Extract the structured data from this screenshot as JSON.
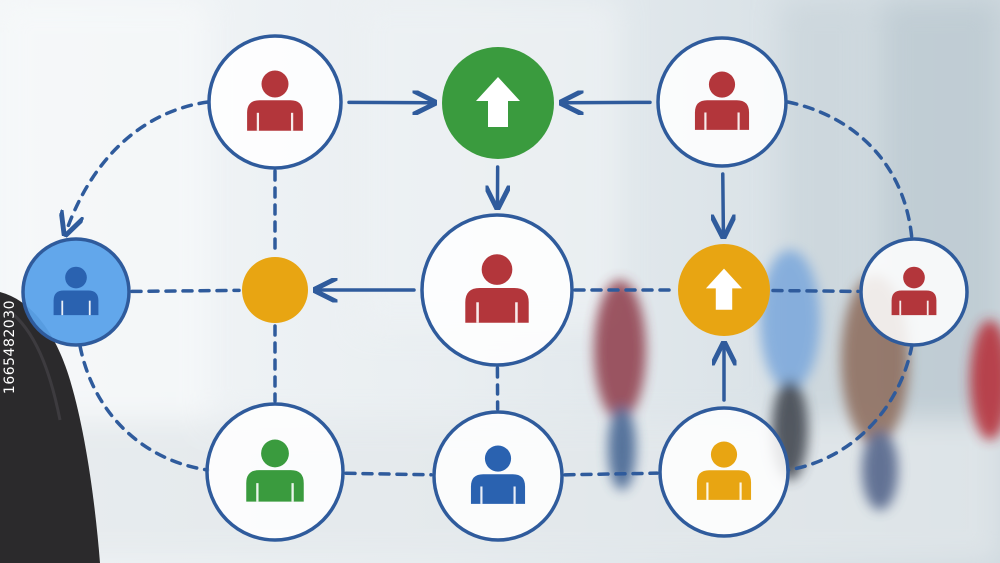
{
  "stock_id": "1665482030",
  "diagram": {
    "colors": {
      "outline": "#2f5b9c",
      "red": "#b3363b",
      "green": "#3a9b3e",
      "blue": "#2a62b0",
      "yellow": "#e8a512",
      "light_blue_fill": "#5aa2ea",
      "white_fill": "#ffffff"
    },
    "nodes": [
      {
        "id": "person-top-left",
        "kind": "person",
        "color": "red"
      },
      {
        "id": "arrow-top-center",
        "kind": "up-arrow",
        "fill": "green"
      },
      {
        "id": "person-top-right",
        "kind": "person",
        "color": "red"
      },
      {
        "id": "person-far-left",
        "kind": "person",
        "color": "blue",
        "fill": "light_blue_fill"
      },
      {
        "id": "hub-yellow",
        "kind": "dot",
        "fill": "yellow"
      },
      {
        "id": "person-center",
        "kind": "person",
        "color": "red"
      },
      {
        "id": "arrow-right-center",
        "kind": "up-arrow",
        "fill": "yellow"
      },
      {
        "id": "person-far-right",
        "kind": "person",
        "color": "red"
      },
      {
        "id": "person-bottom-left",
        "kind": "person",
        "color": "green"
      },
      {
        "id": "person-bottom-center",
        "kind": "person",
        "color": "blue"
      },
      {
        "id": "person-bottom-right",
        "kind": "person",
        "color": "yellow"
      }
    ],
    "edges": [
      {
        "from": "person-top-left",
        "to": "arrow-top-center",
        "style": "solid-arrow"
      },
      {
        "from": "person-top-right",
        "to": "arrow-top-center",
        "style": "solid-arrow"
      },
      {
        "from": "arrow-top-center",
        "to": "person-center",
        "style": "solid-arrow"
      },
      {
        "from": "person-top-right",
        "to": "arrow-right-center",
        "style": "solid-arrow"
      },
      {
        "from": "person-center",
        "to": "hub-yellow",
        "style": "solid-arrow"
      },
      {
        "from": "person-bottom-right",
        "to": "arrow-right-center",
        "style": "solid-arrow"
      },
      {
        "from": "person-top-left",
        "to": "person-far-left",
        "style": "dashed-arrow"
      },
      {
        "from": "person-far-left",
        "to": "hub-yellow",
        "style": "dashed"
      },
      {
        "from": "person-top-left",
        "to": "hub-yellow",
        "style": "dashed"
      },
      {
        "from": "hub-yellow",
        "to": "person-bottom-left",
        "style": "dashed"
      },
      {
        "from": "person-far-left",
        "to": "person-bottom-left",
        "style": "dashed"
      },
      {
        "from": "person-bottom-left",
        "to": "person-bottom-center",
        "style": "dashed"
      },
      {
        "from": "person-bottom-center",
        "to": "person-bottom-right",
        "style": "dashed"
      },
      {
        "from": "person-center",
        "to": "person-bottom-center",
        "style": "dashed"
      },
      {
        "from": "person-center",
        "to": "arrow-right-center",
        "style": "dashed"
      },
      {
        "from": "arrow-right-center",
        "to": "person-far-right",
        "style": "dashed"
      },
      {
        "from": "person-top-right",
        "to": "person-far-right",
        "style": "dashed"
      },
      {
        "from": "person-far-right",
        "to": "person-bottom-right",
        "style": "dashed"
      }
    ]
  }
}
